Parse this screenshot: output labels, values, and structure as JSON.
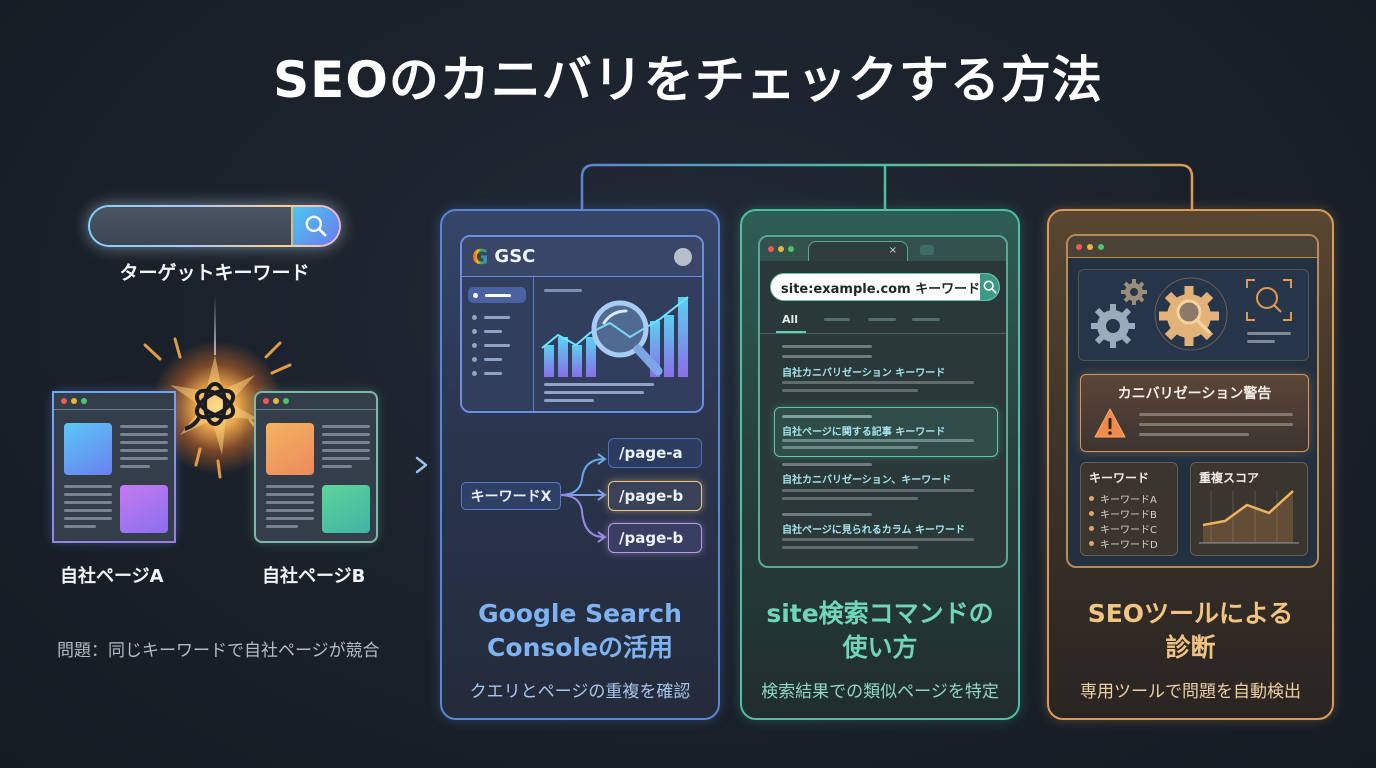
{
  "title": "SEOのカニバリをチェックする方法",
  "left": {
    "search_icon": "search-icon",
    "keyword_label": "ターゲットキーワード",
    "page_a_label": "自社ページA",
    "page_b_label": "自社ページB",
    "problem_text": "問題：同じキーワードで自社ページが競合"
  },
  "cards": [
    {
      "id": "gsc",
      "accent": "#5b86d6",
      "title_line1": "Google Search",
      "title_line2": "Consoleの活用",
      "subtitle": "クエリとページの重複を確認",
      "window": {
        "logo": "G",
        "label": "GSC",
        "keyword": "キーワードX",
        "pages": [
          "/page-a",
          "/page-b",
          "/page-b"
        ]
      }
    },
    {
      "id": "site",
      "accent": "#4fbf9f",
      "title_line1": "site検索コマンドの",
      "title_line2": "使い方",
      "subtitle": "検索結果での類似ページを特定",
      "window": {
        "tab_close": "×",
        "query": "site:example.com キーワード",
        "tab_all": "All",
        "results": [
          "自社カニバリゼーション キーワード",
          "自社ページに関する記事 キーワード",
          "自社カニバリゼーション、キーワード",
          "自社ページに見られるカラム キーワード"
        ]
      }
    },
    {
      "id": "tool",
      "accent": "#d99b57",
      "title_line1": "SEOツールによる",
      "title_line2": "診断",
      "subtitle": "専用ツールで問題を自動検出",
      "window": {
        "warning_title": "カニバリゼーション警告",
        "keyword_panel_title": "キーワード",
        "keywords": [
          "キーワードA",
          "キーワードB",
          "キーワードC",
          "キーワードD"
        ],
        "score_panel_title": "重複スコア"
      }
    }
  ],
  "chart_data": {
    "type": "line",
    "title": "重複スコア",
    "x": [
      1,
      2,
      3,
      4,
      5
    ],
    "values": [
      2,
      2.3,
      4.5,
      3.6,
      6.5
    ]
  }
}
